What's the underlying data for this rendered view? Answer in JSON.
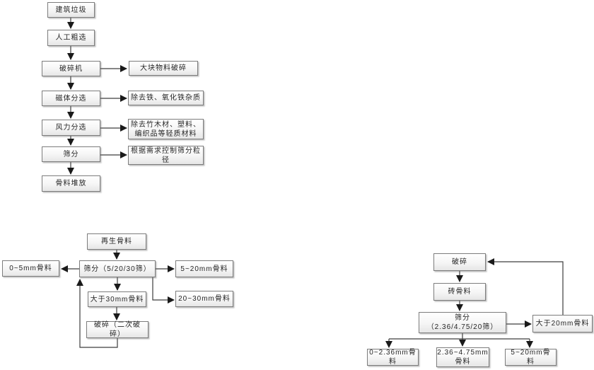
{
  "colors": {
    "background": "#ffffff",
    "box_border": "#7d7d7d",
    "box_fill_top": "#ffffff",
    "box_fill_bottom": "#e6e6e6",
    "connector_line": "#3d3d3d",
    "arrowhead": "#1a1a1a",
    "text": "#262626"
  },
  "diagram1": {
    "name": "construction-waste-processing-flow",
    "nodes": {
      "construction_waste": "建筑垃圾",
      "manual_rough_sorting": "人工粗选",
      "crusher": "破碎机",
      "magnetic_separation": "磁体分选",
      "air_separation": "风力分选",
      "screening": "筛分",
      "aggregate_stacking": "骨料堆放",
      "note_crusher": "大块物料破碎",
      "note_magnetic": "除去铁、氧化铁杂质",
      "note_air": "除去竹木材、塑料、\n编织品等轻质材料",
      "note_screening": "根据需求控制筛分粒\n径"
    }
  },
  "diagram2": {
    "name": "recycled-aggregate-screening-flow",
    "nodes": {
      "recycled_aggregate": "再生骨料",
      "screening": "筛分（5/20/30筛）",
      "agg_0_5": "0~5mm骨料",
      "agg_5_20": "5~20mm骨料",
      "agg_20_30": "20~30mm骨料",
      "agg_over_30": "大于30mm骨料",
      "secondary_crushing": "破碎（二次破碎）"
    }
  },
  "diagram3": {
    "name": "brick-aggregate-screening-flow",
    "nodes": {
      "crushing": "破碎",
      "brick_aggregate": "砖骨料",
      "screening": "筛分\n（2.36/4.75/20筛）",
      "agg_over_20": "大于20mm骨料",
      "agg_0_236": "0~2.36mm骨料",
      "agg_236_475": "2.36~4.75mm\n骨料",
      "agg_5_20": "5~20mm骨料"
    }
  }
}
